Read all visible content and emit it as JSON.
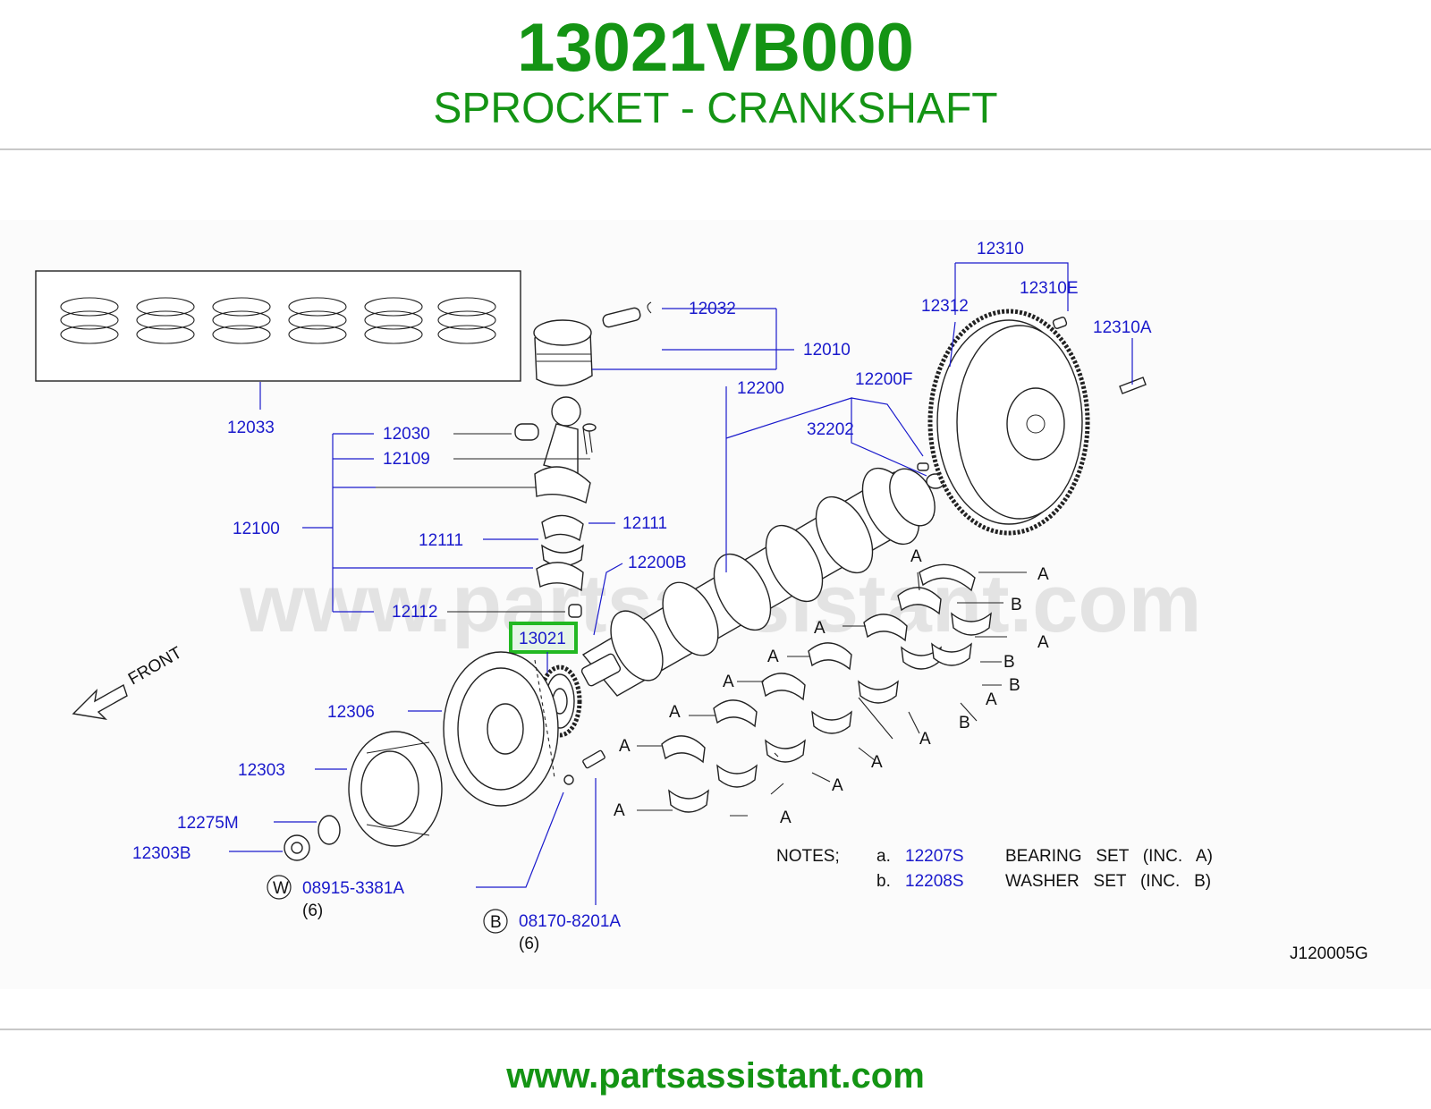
{
  "header": {
    "part_number": "13021VB000",
    "part_name": "SPROCKET - CRANKSHAFT"
  },
  "footer": {
    "url": "www.partsassistant.com"
  },
  "watermark": "www.partsassistant.com",
  "diagram": {
    "highlighted": "13021",
    "callouts": {
      "c12310": "12310",
      "c12310E": "12310E",
      "c12312": "12312",
      "c12310A": "12310A",
      "c12032": "12032",
      "c12010": "12010",
      "c12200": "12200",
      "c12200F": "12200F",
      "c32202": "32202",
      "c12033": "12033",
      "c12030": "12030",
      "c12109": "12109",
      "c12100": "12100",
      "c12111a": "12111",
      "c12111b": "12111",
      "c12200B": "12200B",
      "c12112": "12112",
      "c12306": "12306",
      "c12303": "12303",
      "c12275M": "12275M",
      "c12303B": "12303B",
      "c08915": "08915-3381A",
      "c08170": "08170-8201A"
    },
    "qty_w": "(6)",
    "qty_b": "(6)",
    "circle_w": "W",
    "circle_b": "B",
    "front_label": "FRONT",
    "letter_a": "A",
    "letter_b": "B",
    "notes": {
      "heading": "NOTES;",
      "a_key": "a.",
      "a_part": "12207S",
      "a_desc": "BEARING   SET   (INC.   A)",
      "b_key": "b.",
      "b_part": "12208S",
      "b_desc": "WASHER   SET   (INC.   B)"
    },
    "diagram_code": "J120005G"
  },
  "colors": {
    "brand_green": "#149414",
    "callout_blue": "#1a1acc",
    "highlight_green": "#22b822"
  }
}
